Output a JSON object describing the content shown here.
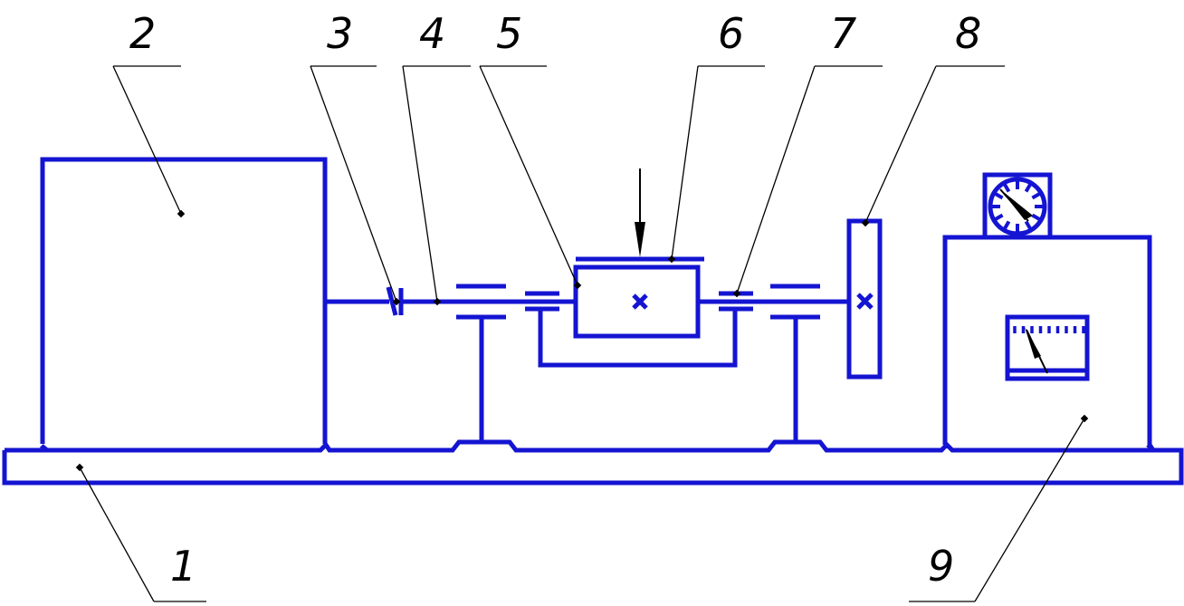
{
  "labels": {
    "l1": "1",
    "l2": "2",
    "l3": "3",
    "l4": "4",
    "l5": "5",
    "l6": "6",
    "l7": "7",
    "l8": "8",
    "l9": "9"
  },
  "colors": {
    "line": "#1414d2",
    "leader": "#000000",
    "background": "#ffffff"
  }
}
